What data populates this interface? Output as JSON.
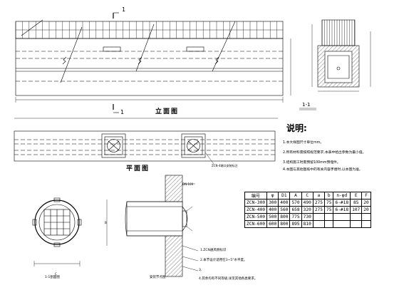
{
  "views": {
    "elevation_title": "立面图",
    "plan_title": "平面图",
    "section_label": "1-1",
    "cut_marker_top": "1",
    "cut_marker_bottom": "1"
  },
  "notes": {
    "title": "说明:",
    "items": [
      "1.本大样图尺寸单位mm。",
      "2.所有材料需按照规范要求,本表中给出参数为最小值。",
      "3.结构施工时需预留100mm预埋件。",
      "4.本图与其他图纸中的有关内容矛盾时,以本图为准。"
    ]
  },
  "table": {
    "headers": [
      "编号",
      "φ",
      "D1",
      "A",
      "C",
      "a",
      "b",
      "n-φd",
      "E",
      "F"
    ],
    "rows": [
      [
        "ZCN-300",
        "300",
        "400",
        "570",
        "490",
        "275",
        "75",
        "6-#18",
        "85",
        "20"
      ],
      [
        "ZCN-400",
        "400",
        "560",
        "658",
        "320",
        "275",
        "75",
        "6-#18",
        "107",
        "20"
      ],
      [
        "ZCN-500",
        "500",
        "800",
        "775",
        "730",
        "",
        "",
        "",
        "",
        ""
      ],
      [
        "ZCN-600",
        "600",
        "800",
        "895",
        "810",
        "",
        "",
        "",
        "",
        ""
      ]
    ]
  },
  "bottom_notes": [
    "1.ZCN通风侧标识",
    "2.本节设计适用在3~5°水平度。",
    "3.",
    "4.其余均有不同等级,详见其他各类要求。"
  ],
  "labels": {
    "pipe_note": "ZCN-4端口安装标注",
    "dn_label": "DN-100",
    "detail_cap_left": "1-1剖面图",
    "detail_cap_right": "安装节点图",
    "dim_b": "B",
    "dim_c": "C"
  }
}
